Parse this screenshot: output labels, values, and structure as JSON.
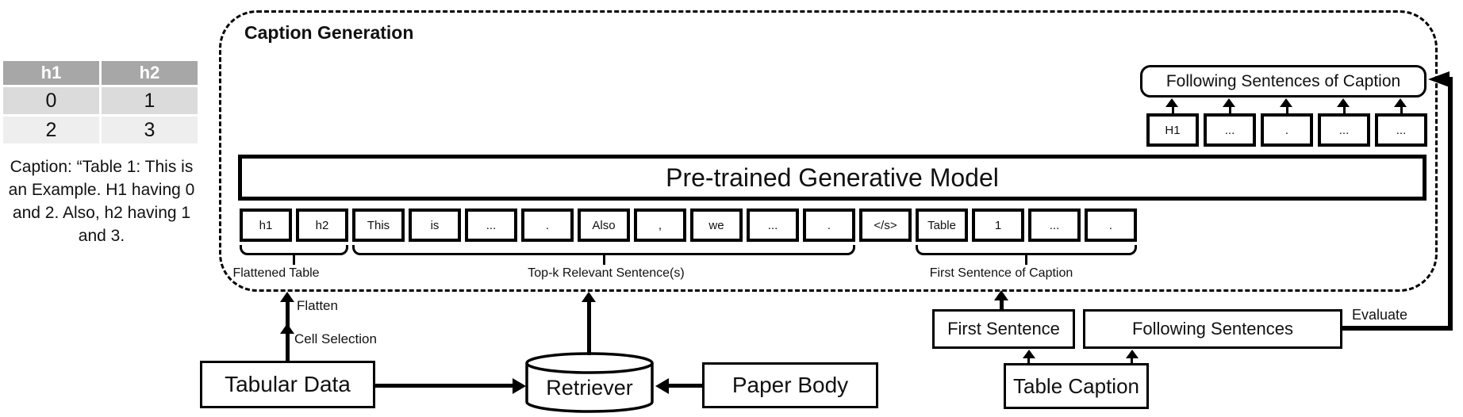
{
  "example_table": {
    "headers": [
      "h1",
      "h2"
    ],
    "rows": [
      [
        "0",
        "1"
      ],
      [
        "2",
        "3"
      ]
    ],
    "caption_lines": [
      "Caption: “Table 1: This is",
      "an Example. H1 having 0",
      "and 2. Also, h2 having 1",
      "and 3."
    ]
  },
  "caption_generation": {
    "title": "Caption Generation",
    "model_label": "Pre-trained Generative Model",
    "output_box_label": "Following Sentences of Caption",
    "output_tokens": [
      "H1",
      "...",
      ".",
      "...",
      "..."
    ],
    "input_tokens": [
      "h1",
      "h2",
      "This",
      "is",
      "...",
      ".",
      "Also",
      ",",
      "we",
      "...",
      ".",
      "</s>",
      "Table",
      "1",
      "...",
      "."
    ],
    "group_labels": [
      "Flattened Table",
      "Top-k Relevant Sentence(s)",
      "First Sentence of Caption"
    ]
  },
  "pipeline": {
    "tabular_data_label": "Tabular Data",
    "retriever_label": "Retriever",
    "paper_body_label": "Paper Body",
    "first_sentence_label": "First Sentence",
    "following_sentences_label": "Following Sentences",
    "table_caption_label": "Table Caption",
    "flatten_label": "Flatten",
    "cell_selection_label": "Cell Selection",
    "evaluate_label": "Evaluate"
  },
  "colors": {
    "stroke": "#000000",
    "table_header_bg": "#a7a7a7",
    "table_row1_bg": "#dbdbdb",
    "table_row2_bg": "#eeeeee"
  }
}
